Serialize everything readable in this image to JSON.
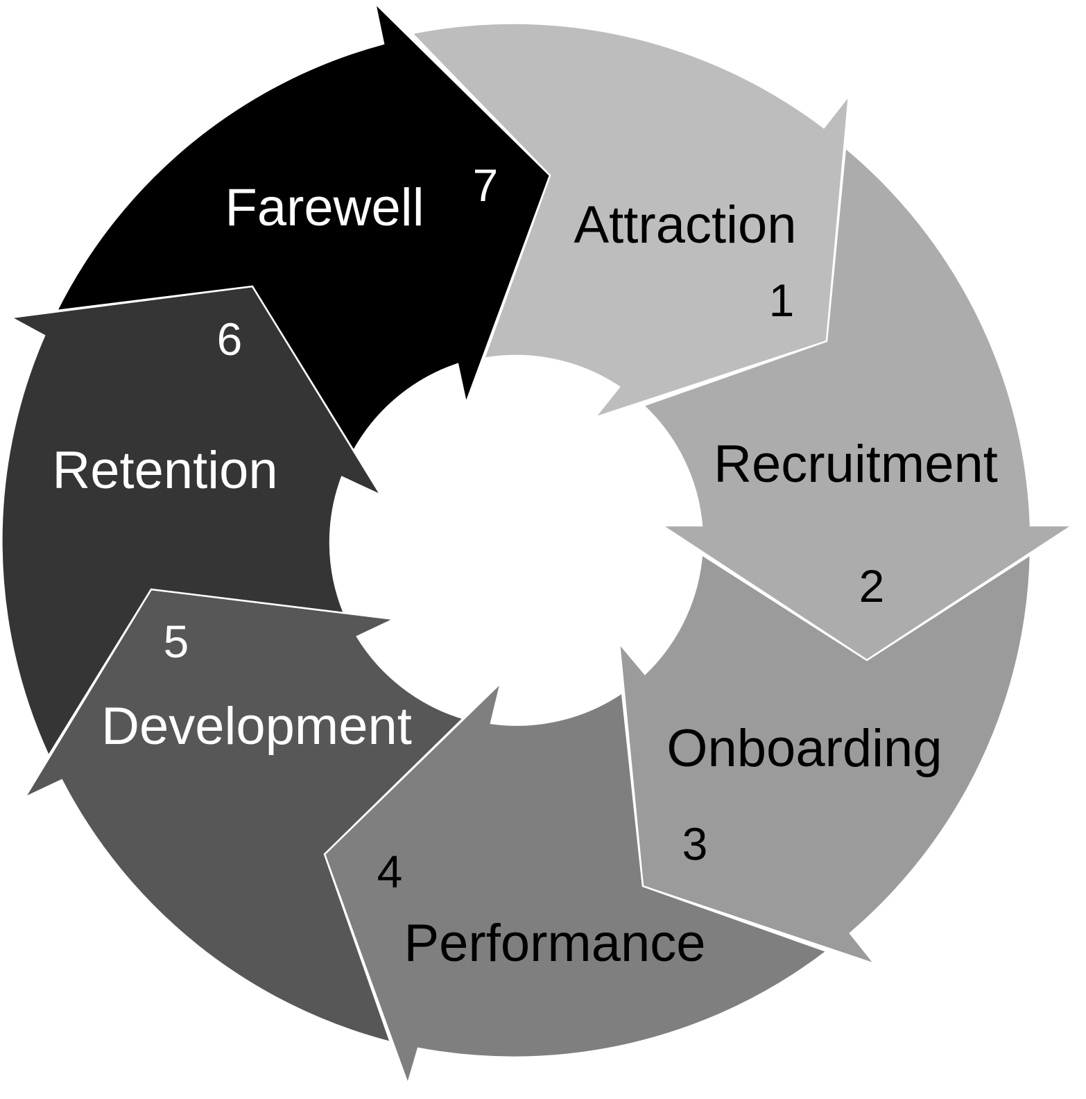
{
  "diagram": {
    "type": "cycle",
    "stages": [
      {
        "label": "Attraction",
        "number": "1",
        "fill": "#bdbdbd",
        "text_color": "#000000"
      },
      {
        "label": "Recruitment",
        "number": "2",
        "fill": "#acacac",
        "text_color": "#000000"
      },
      {
        "label": "Onboarding",
        "number": "3",
        "fill": "#9b9b9b",
        "text_color": "#000000"
      },
      {
        "label": "Performance",
        "number": "4",
        "fill": "#7f7f7f",
        "text_color": "#000000"
      },
      {
        "label": "Development",
        "number": "5",
        "fill": "#575757",
        "text_color": "#ffffff"
      },
      {
        "label": "Retention",
        "number": "6",
        "fill": "#353535",
        "text_color": "#ffffff"
      },
      {
        "label": "Farewell",
        "number": "7",
        "fill": "#000000",
        "text_color": "#ffffff"
      }
    ]
  }
}
